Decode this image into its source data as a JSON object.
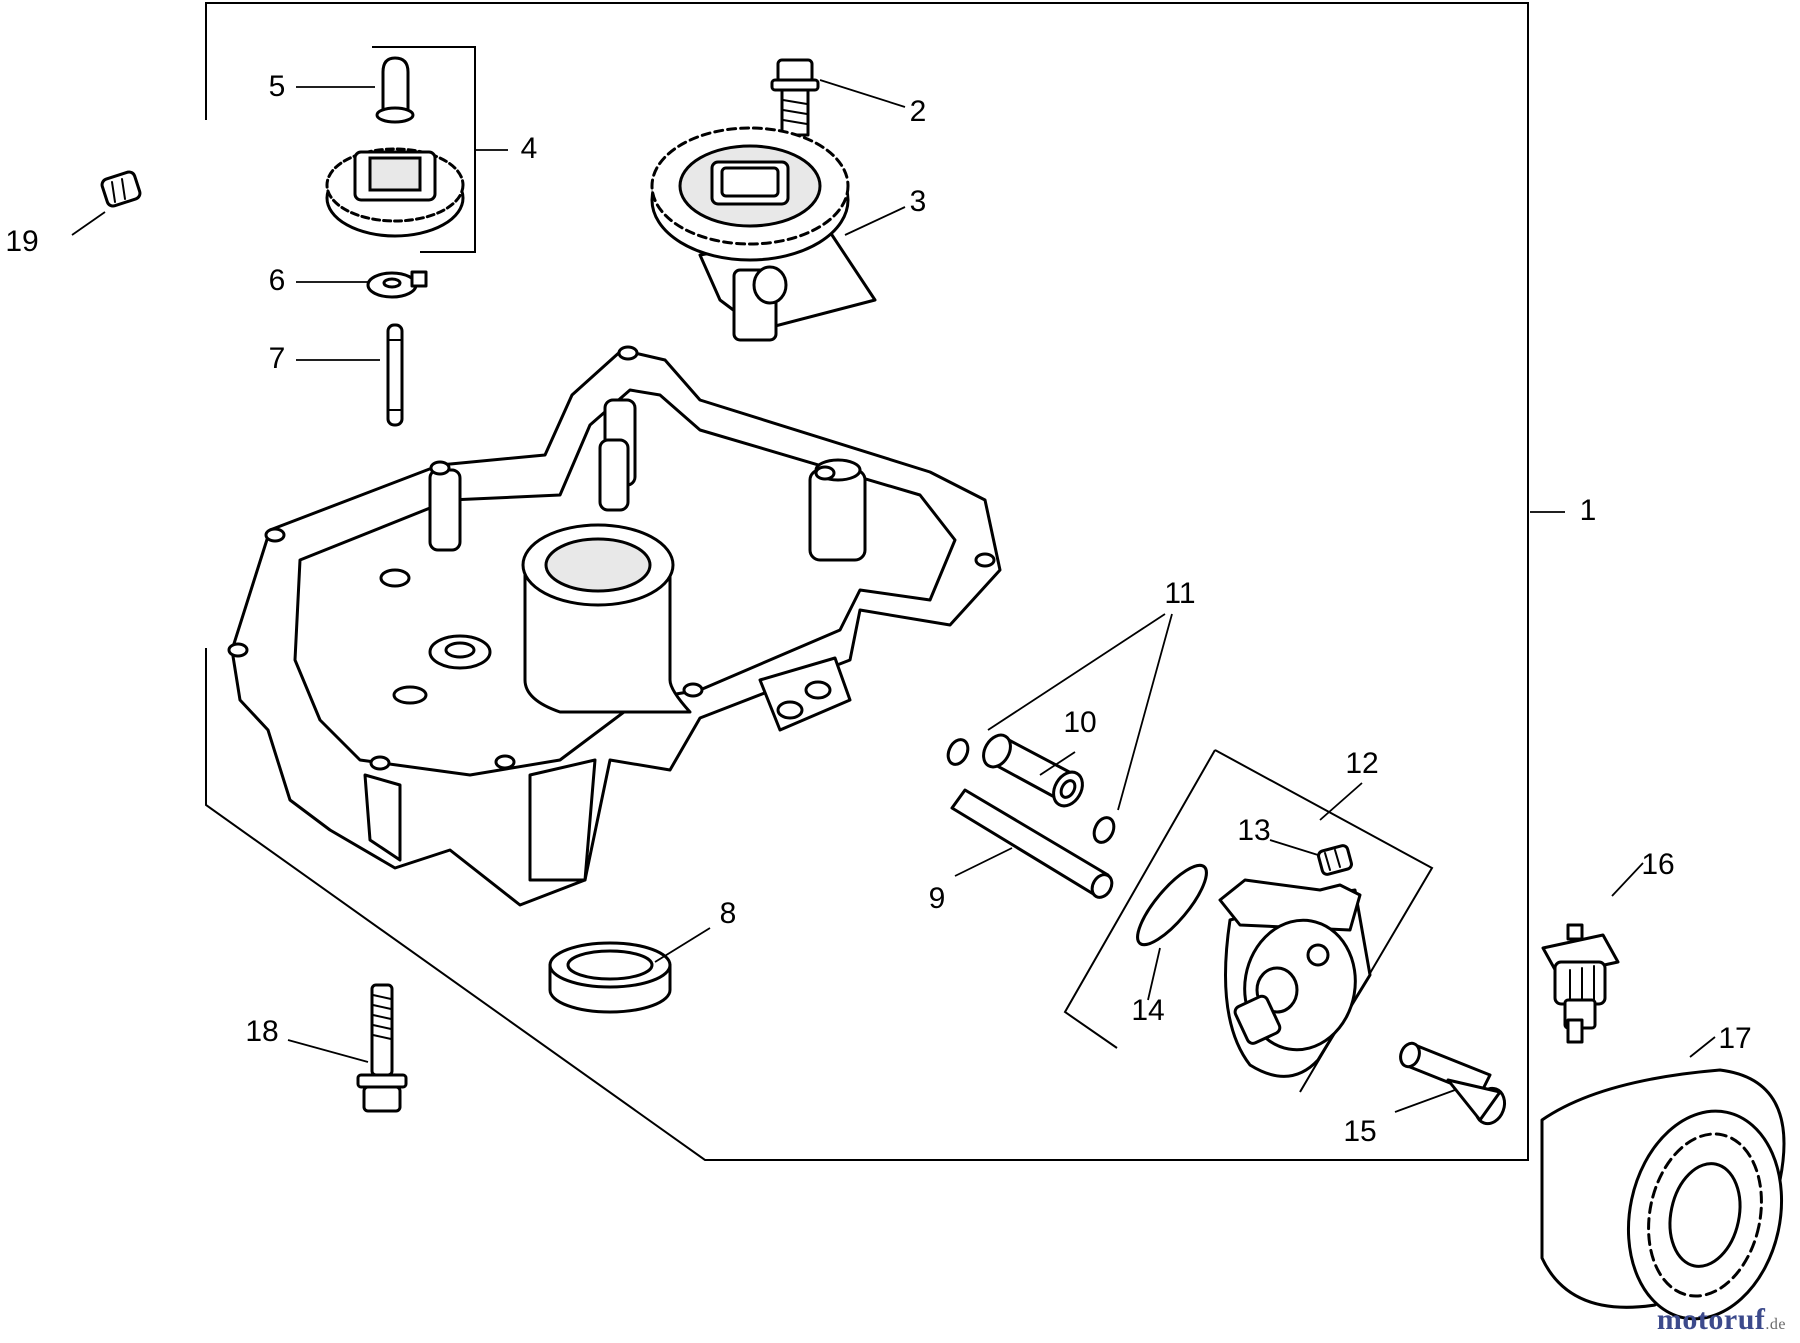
{
  "diagram": {
    "callouts": [
      {
        "num": "1",
        "label_name": "callout-1"
      },
      {
        "num": "2",
        "label_name": "callout-2"
      },
      {
        "num": "3",
        "label_name": "callout-3"
      },
      {
        "num": "4",
        "label_name": "callout-4"
      },
      {
        "num": "5",
        "label_name": "callout-5"
      },
      {
        "num": "6",
        "label_name": "callout-6"
      },
      {
        "num": "7",
        "label_name": "callout-7"
      },
      {
        "num": "8",
        "label_name": "callout-8"
      },
      {
        "num": "9",
        "label_name": "callout-9"
      },
      {
        "num": "10",
        "label_name": "callout-10"
      },
      {
        "num": "11",
        "label_name": "callout-11"
      },
      {
        "num": "12",
        "label_name": "callout-12"
      },
      {
        "num": "13",
        "label_name": "callout-13"
      },
      {
        "num": "14",
        "label_name": "callout-14"
      },
      {
        "num": "15",
        "label_name": "callout-15"
      },
      {
        "num": "16",
        "label_name": "callout-16"
      },
      {
        "num": "17",
        "label_name": "callout-17"
      },
      {
        "num": "18",
        "label_name": "callout-18"
      },
      {
        "num": "19",
        "label_name": "callout-19"
      }
    ]
  },
  "watermark": {
    "brand": "motoruf",
    "tld": ".de"
  }
}
